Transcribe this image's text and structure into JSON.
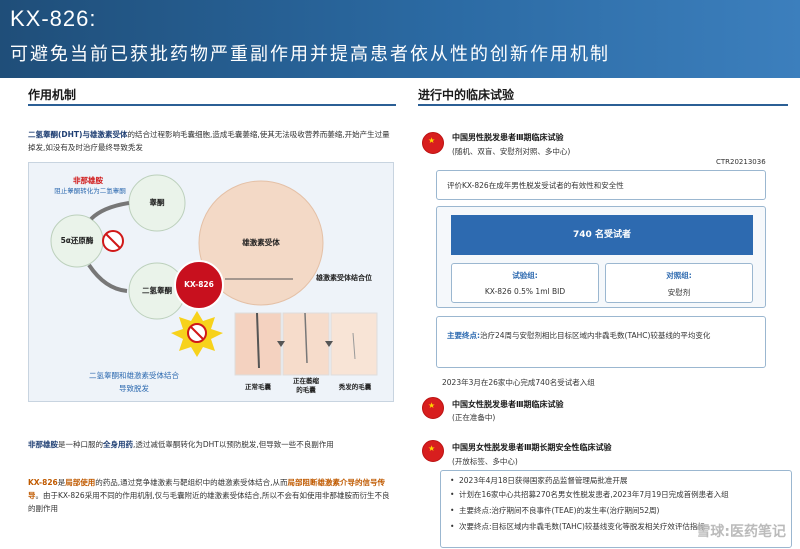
{
  "header": {
    "title": "KX-826:",
    "subtitle": "可避免当前已获批药物严重副作用并提高患者依从性的创新作用机制"
  },
  "left": {
    "section_title": "作用机制",
    "intro_bold": "二氢睾酮(DHT)与雄激素受体",
    "intro_rest": "的结合过程影响毛囊细胞,造成毛囊萎缩,使其无法吸收营养而萎缩,开始产生过量掉发,如没有及时治疗最终导致秃发",
    "diagram": {
      "finasteride_label": "非那雄胺",
      "finasteride_note": "阻止睾酮转化为二氢睾酮",
      "enzyme": "5α还原酶",
      "testosterone": "睾酮",
      "dht": "二氢睾酮",
      "receptor": "雄激素受体",
      "drug": "KX-826",
      "binding_site": "雄激素受体结合位",
      "dht_note_line1": "二氢睾酮和雄激素受体结合",
      "dht_note_line2": "导致脱发",
      "follicle1": "正常毛囊",
      "follicle2_line1": "正在萎缩",
      "follicle2_line2": "的毛囊",
      "follicle3": "秃发的毛囊"
    },
    "note1_bold": "非那雄胺",
    "note1_mid": "是一种口服的",
    "note1_bold2": "全身用药",
    "note1_rest": ",透过减低睾酮转化为DHT以预防脱发,但导致一些不良副作用",
    "note2_bold": "KX-826",
    "note2_mid": "是",
    "note2_bold2": "局部使用",
    "note2_mid2": "的药品,通过竞争雄激素与靶组织中的雄激素受体结合,从而",
    "note2_bold3": "局部阻断雄激素介导的信号传导",
    "note2_rest": "。由于KX-826采用不同的作用机制,仅与毛囊附近的雄激素受体结合,所以不会有如使用非那雄胺而衍生不良的副作用"
  },
  "right": {
    "section_title": "进行中的临床试验",
    "trial1": {
      "title": "中国男性脱发患者Ⅲ期临床试验",
      "sub": "(随机、双盲、安慰剂对照、多中心)",
      "code": "CTR20213036",
      "objective": "评价KX-826在成年男性脱发受试者的有效性和安全性",
      "patients": "740 名受试者",
      "trial_group_label": "试验组:",
      "trial_group_value": "KX-826 0.5% 1ml BID",
      "control_group_label": "对照组:",
      "control_group_value": "安慰剂",
      "endpoint_label": "主要终点:",
      "endpoint_text": "治疗24周与安慰剂相比目标区域内非毳毛数(TAHC)较基线的平均变化",
      "status": "2023年3月在26家中心完成740名受试者入组"
    },
    "trial2": {
      "title": "中国女性脱发患者Ⅲ期临床试验",
      "sub": "(正在准备中)"
    },
    "trial3": {
      "title": "中国男女性脱发患者Ⅲ期长期安全性临床试验",
      "sub": "(开放标签、多中心)",
      "bullets": [
        "2023年4月18日获得国家药品监督管理局批准开展",
        "计划在16家中心共招募270名男女性脱发患者,2023年7月19日完成首例患者入组",
        "主要终点:治疗期间不良事件(TEAE)的发生率(治疗期间52周)",
        "次要终点:目标区域内非毳毛数(TAHC)较基线变化等脱发相关疗效评估指标"
      ]
    }
  },
  "watermark": "雪球:医药笔记",
  "colors": {
    "header": "#1f4e79",
    "accent_blue": "#2d6ab0",
    "accent_orange": "#c05a00",
    "flag_red": "#d81e1e"
  }
}
